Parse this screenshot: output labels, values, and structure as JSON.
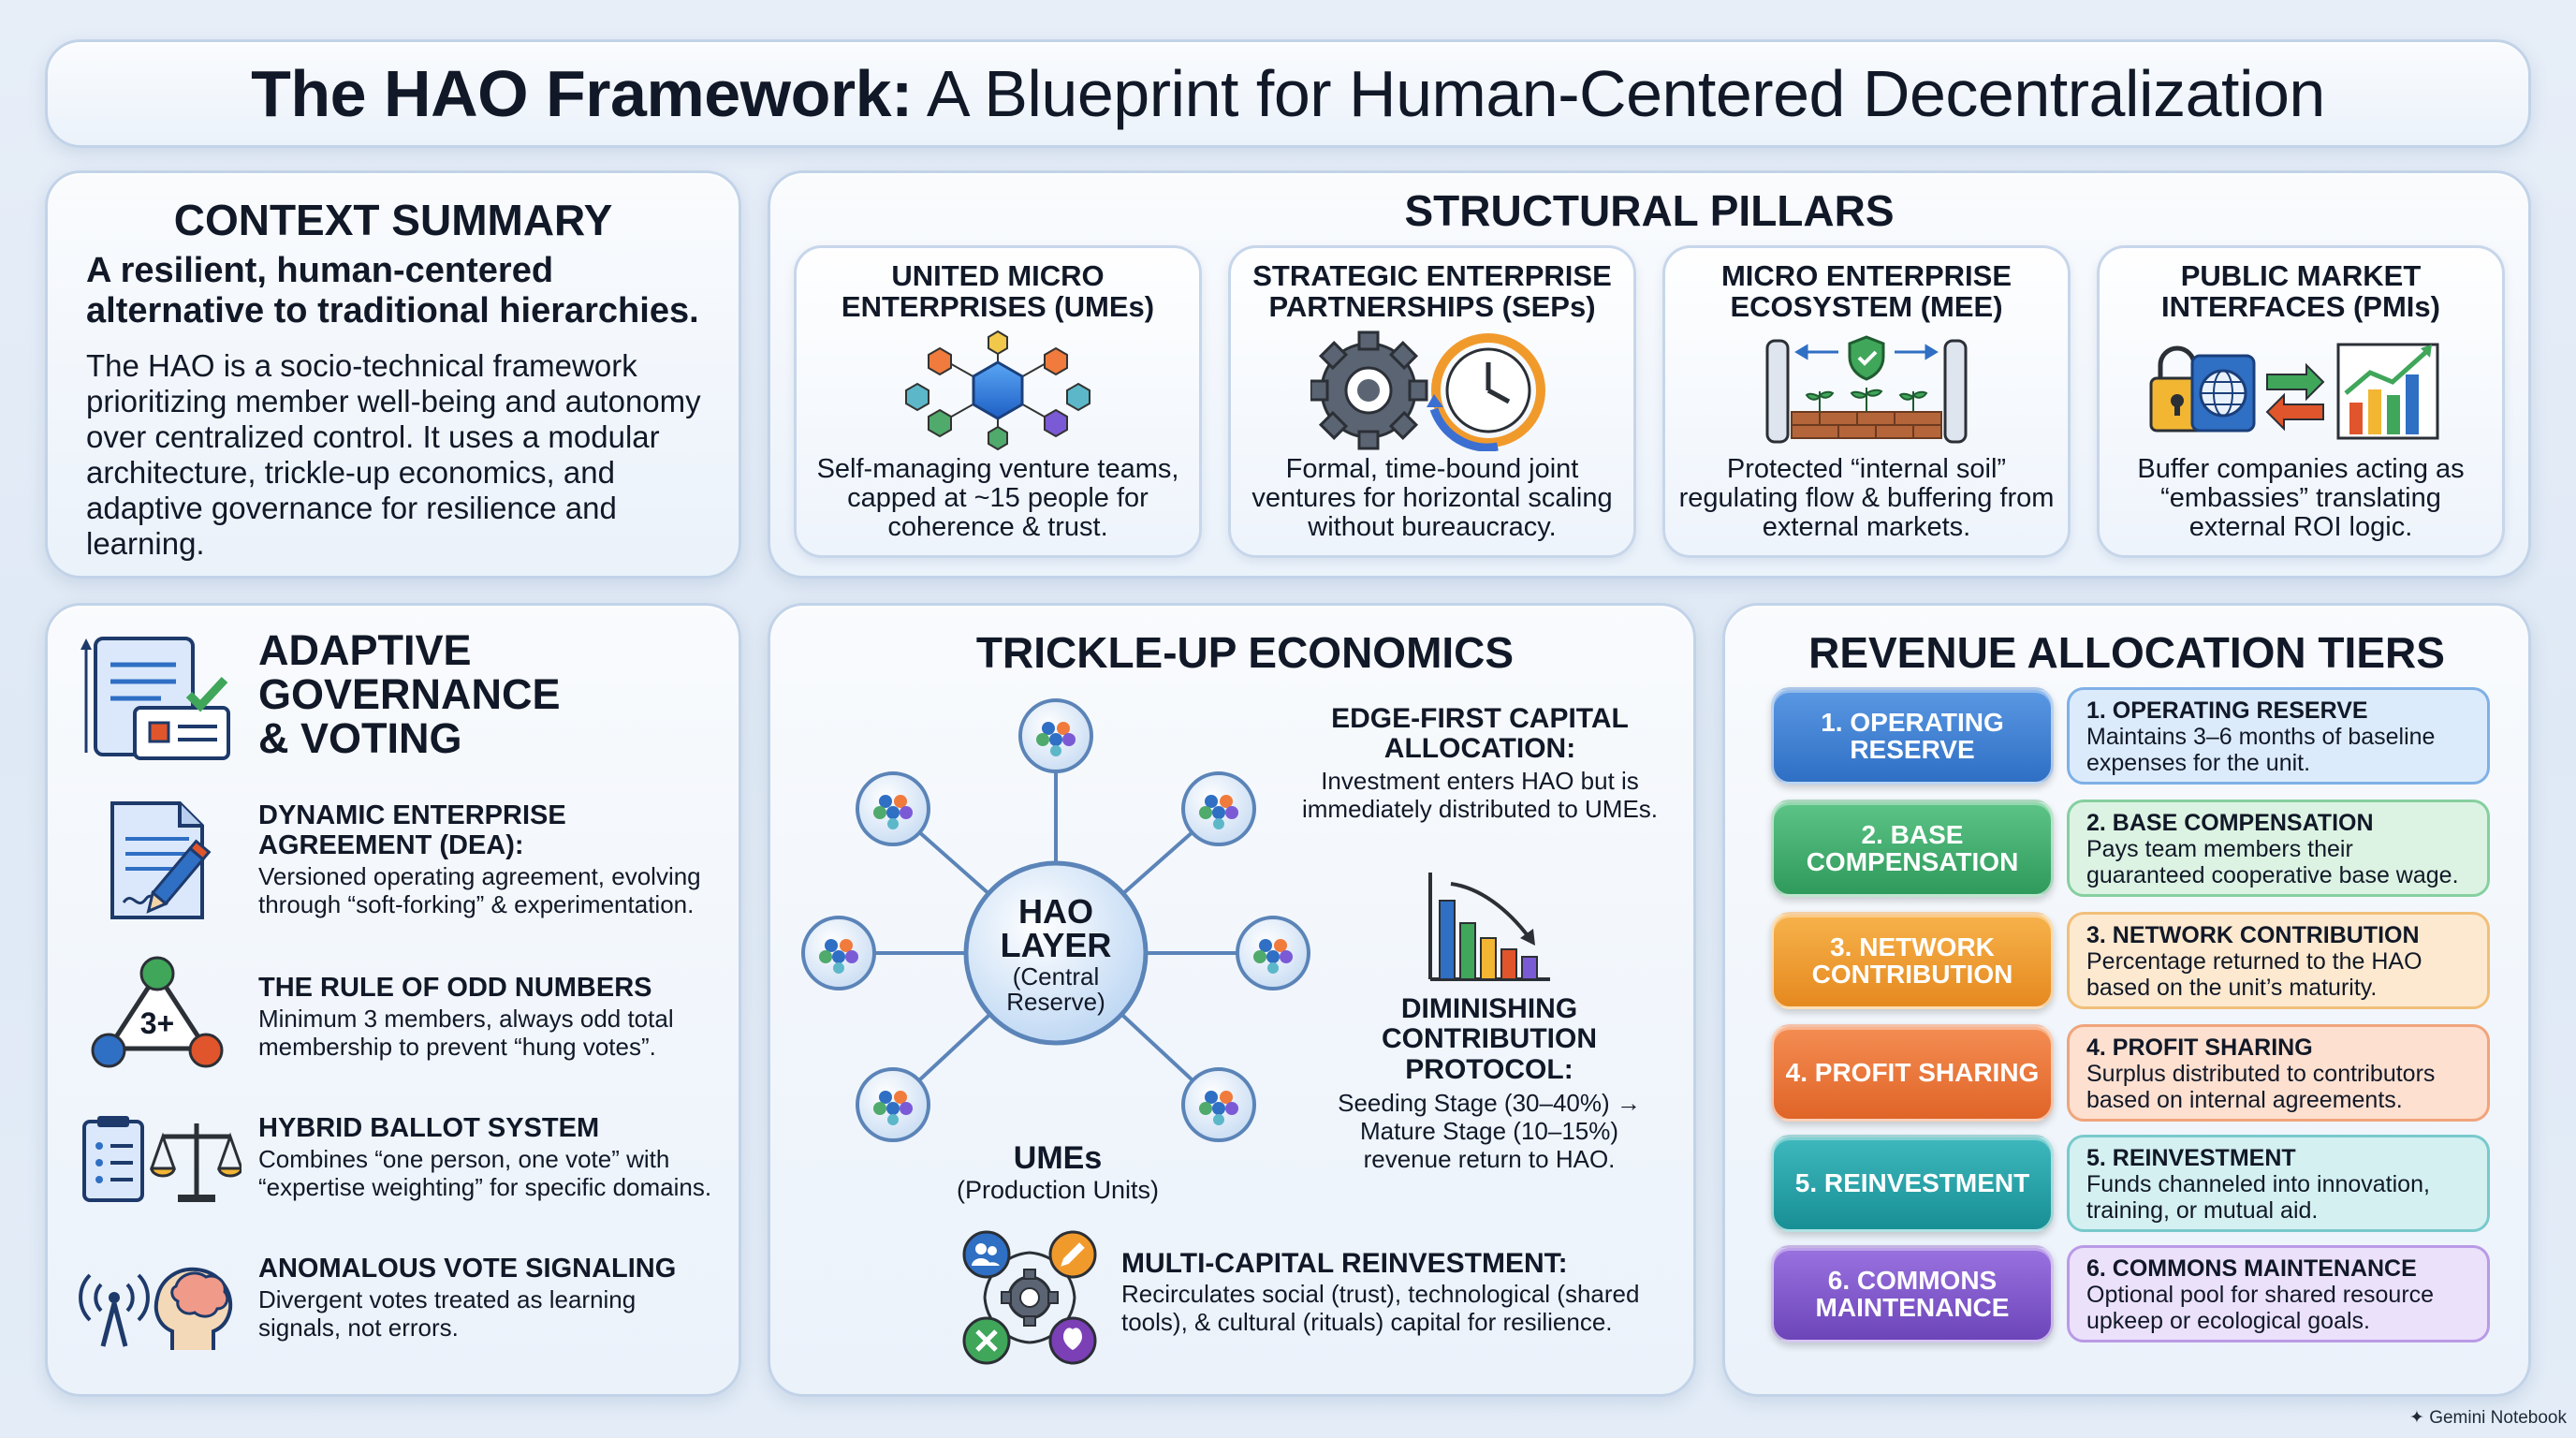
{
  "header": {
    "title_bold": "The HAO Framework:",
    "title_rest": " A Blueprint for Human-Centered Decentralization"
  },
  "context": {
    "heading": "CONTEXT SUMMARY",
    "lead": "A resilient, human-centered alternative to traditional hierarchies.",
    "body": "The HAO is a socio-technical framework prioritizing member well-being and autonomy over centralized control. It uses a modular architecture, trickle-up economics, and adaptive governance for resilience and learning."
  },
  "pillars": {
    "heading": "STRUCTURAL PILLARS",
    "items": [
      {
        "title": "UNITED MICRO ENTERPRISES (UMEs)",
        "desc": "Self-managing venture teams, capped at ~15 people for coherence & trust.",
        "icon": "hexagon-cluster-icon"
      },
      {
        "title": "STRATEGIC ENTERPRISE PARTNERSHIPS (SEPs)",
        "desc": "Formal, time-bound joint ventures for horizontal scaling without bureaucracy.",
        "icon": "gear-clock-icon"
      },
      {
        "title": "MICRO ENTERPRISE ECOSYSTEM (MEE)",
        "desc": "Protected “internal soil” regulating flow & buffering from external markets.",
        "icon": "protected-soil-icon"
      },
      {
        "title": "PUBLIC MARKET INTERFACES (PMIs)",
        "desc": "Buffer companies acting as “embassies” translating external ROI logic.",
        "icon": "market-interface-icon"
      }
    ]
  },
  "governance": {
    "heading": "ADAPTIVE GOVERNANCE & VOTING",
    "items": [
      {
        "title": "DYNAMIC ENTERPRISE AGREEMENT (DEA):",
        "desc": "Versioned operating agreement, evolving through “soft-forking” & experimentation.",
        "icon": "document-pen-icon"
      },
      {
        "title": "THE RULE OF ODD NUMBERS",
        "desc": "Minimum 3 members, always odd total membership to prevent “hung votes”.",
        "icon": "triangle-3plus-icon",
        "badge": "3+"
      },
      {
        "title": "HYBRID BALLOT SYSTEM",
        "desc": "Combines “one person, one vote” with “expertise weighting” for specific domains.",
        "icon": "ballot-scale-icon"
      },
      {
        "title": "ANOMALOUS VOTE SIGNALING",
        "desc": "Divergent votes treated as learning signals, not errors.",
        "icon": "signal-head-icon"
      }
    ]
  },
  "trickle": {
    "heading": "TRICKLE-UP ECONOMICS",
    "hub_title": "HAO LAYER",
    "hub_sub": "(Central Reserve)",
    "umes_title": "UMEs",
    "umes_sub": "(Production Units)",
    "edge_title": "EDGE-FIRST CAPITAL ALLOCATION:",
    "edge_desc": "Investment enters HAO but is immediately distributed to UMEs.",
    "dim_title": "DIMINISHING CONTRIBUTION PROTOCOL:",
    "dim_desc": "Seeding Stage (30–40%) → Mature Stage (10–15%) revenue return to HAO.",
    "multi_title": "MULTI-CAPITAL REINVESTMENT:",
    "multi_desc": "Recirculates social (trust), technological (shared tools), & cultural (rituals) capital for resilience."
  },
  "revenue": {
    "heading": "REVENUE ALLOCATION TIERS",
    "tiers": [
      {
        "label": "1. OPERATING RESERVE",
        "title": "1. OPERATING RESERVE",
        "desc": "Maintains 3–6 months of baseline expenses for the unit.",
        "color": "#2f6fc4",
        "color2": "#5a98e3",
        "light": "#dcebfb",
        "border": "#7fb0e6"
      },
      {
        "label": "2. BASE COMPENSATION",
        "title": "2. BASE COMPENSATION",
        "desc": "Pays team members their guaranteed cooperative base wage.",
        "color": "#2f9a5c",
        "color2": "#5cc486",
        "light": "#dcf3e3",
        "border": "#86cf9f"
      },
      {
        "label": "3. NETWORK CONTRIBUTION",
        "title": "3. NETWORK CONTRIBUTION",
        "desc": "Percentage returned to the HAO based on the unit’s maturity.",
        "color": "#e5891f",
        "color2": "#f7b24b",
        "light": "#fde9cf",
        "border": "#f1bf7a"
      },
      {
        "label": "4. PROFIT SHARING",
        "title": "4. PROFIT SHARING",
        "desc": "Surplus distributed to contributors based on internal agreements.",
        "color": "#e06428",
        "color2": "#f48d52",
        "light": "#fde0d0",
        "border": "#f0a47c"
      },
      {
        "label": "5. REINVESTMENT",
        "title": "5. REINVESTMENT",
        "desc": "Funds channeled into innovation, training, or mutual aid.",
        "color": "#178f95",
        "color2": "#3fb8bd",
        "light": "#d4f0f1",
        "border": "#79c9cc"
      },
      {
        "label": "6. COMMONS MAINTENANCE",
        "title": "6. COMMONS MAINTENANCE",
        "desc": "Optional pool for shared resource upkeep or ecological goals.",
        "color": "#6c45b9",
        "color2": "#9a72e0",
        "light": "#ece1fb",
        "border": "#b99ae6"
      }
    ]
  },
  "footer": {
    "brand": "Gemini Notebook"
  }
}
